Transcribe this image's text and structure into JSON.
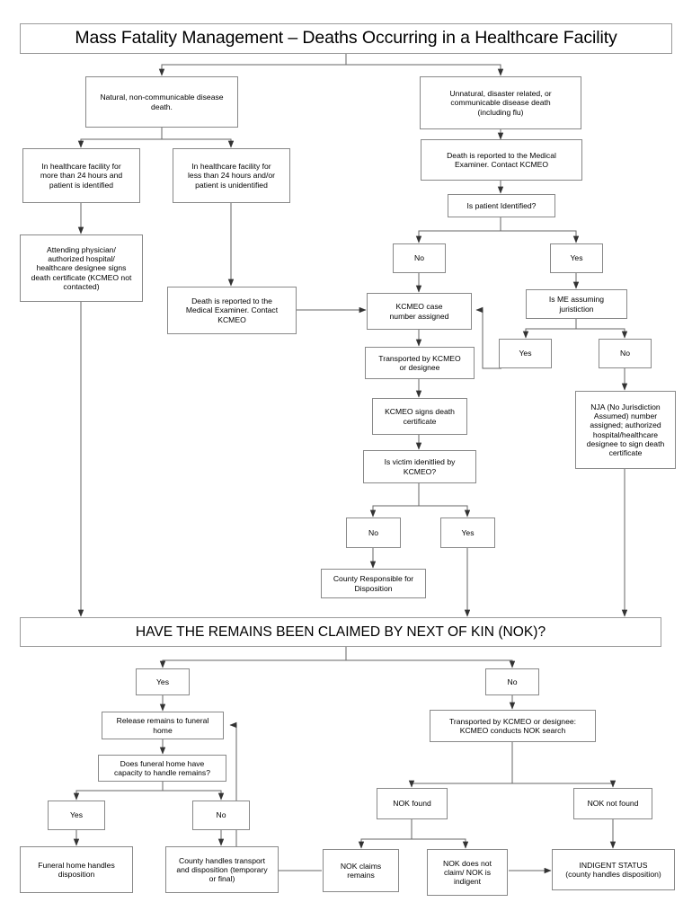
{
  "diagram": {
    "title": "Mass Fatality Management – Deaths Occurring in a Healthcare Facility",
    "banner": "HAVE THE REMAINS BEEN CLAIMED BY NEXT OF KIN (NOK)?",
    "type": "flowchart",
    "colors": {
      "background": "#ffffff",
      "box_border": "#888888",
      "connector": "#555555",
      "text": "#000000"
    },
    "nodes": [
      {
        "id": "natural",
        "label": "Natural, non-communicable disease\ndeath."
      },
      {
        "id": "unnatural",
        "label": "Unnatural, disaster related, or\ncommunicable disease death\n(including flu)"
      },
      {
        "id": "gt24",
        "label": "In healthcare facility for\nmore than 24 hours and\npatient is identified"
      },
      {
        "id": "lt24",
        "label": "In healthcare facility for\nless than 24 hours and/or\npatient is unidentified"
      },
      {
        "id": "attending",
        "label": "Attending physician/\nauthorized hospital/\nhealthcare designee signs\ndeath certificate (KCMEO not\ncontacted)"
      },
      {
        "id": "reported-left",
        "label": "Death is reported to the\nMedical Examiner.  Contact\nKCMEO"
      },
      {
        "id": "reported-right",
        "label": "Death is reported to the Medical\nExaminer.  Contact KCMEO"
      },
      {
        "id": "is-patient-id",
        "label": "Is patient Identified?"
      },
      {
        "id": "pid-no",
        "label": "No"
      },
      {
        "id": "pid-yes",
        "label": "Yes"
      },
      {
        "id": "me-jurisdiction",
        "label": "Is ME assuming\njuristiction"
      },
      {
        "id": "me-yes",
        "label": "Yes"
      },
      {
        "id": "me-no",
        "label": "No"
      },
      {
        "id": "kcmeo-case",
        "label": "KCMEO case\nnumber assigned"
      },
      {
        "id": "transported",
        "label": "Transported by KCMEO\nor designee"
      },
      {
        "id": "kcmeo-signs",
        "label": "KCMEO signs death\ncertificate"
      },
      {
        "id": "njA",
        "label": "NJA (No Jurisdiction\nAssumed) number\nassigned; authorized\nhospital/healthcare\ndesignee to sign death\ncertificate"
      },
      {
        "id": "victim-id",
        "label": "Is victim idenitlied by\nKCMEO?"
      },
      {
        "id": "vid-no",
        "label": "No"
      },
      {
        "id": "vid-yes",
        "label": "Yes"
      },
      {
        "id": "county-resp",
        "label": "County Responsible for\nDisposition"
      },
      {
        "id": "nok-yes",
        "label": "Yes"
      },
      {
        "id": "nok-no",
        "label": "No"
      },
      {
        "id": "release",
        "label": "Release remains to funeral\nhome"
      },
      {
        "id": "transported-nok",
        "label": "Transported by KCMEO or designee:\nKCMEO conducts NOK search"
      },
      {
        "id": "capacity",
        "label": "Does funeral home have\ncapacity to handle remains?"
      },
      {
        "id": "cap-yes",
        "label": "Yes"
      },
      {
        "id": "cap-no",
        "label": "No"
      },
      {
        "id": "nok-found",
        "label": "NOK found"
      },
      {
        "id": "nok-not-found",
        "label": "NOK not found"
      },
      {
        "id": "fh-handles",
        "label": "Funeral home handles\ndisposition"
      },
      {
        "id": "county-handles",
        "label": "County handles transport\nand disposition (temporary\nor final)"
      },
      {
        "id": "nok-claims",
        "label": "NOK claims\nremains"
      },
      {
        "id": "nok-noclaim",
        "label": "NOK does not\nclaim/ NOK is\nindigent"
      },
      {
        "id": "indigent",
        "label": "INDIGENT STATUS\n(county handles disposition)"
      }
    ]
  }
}
